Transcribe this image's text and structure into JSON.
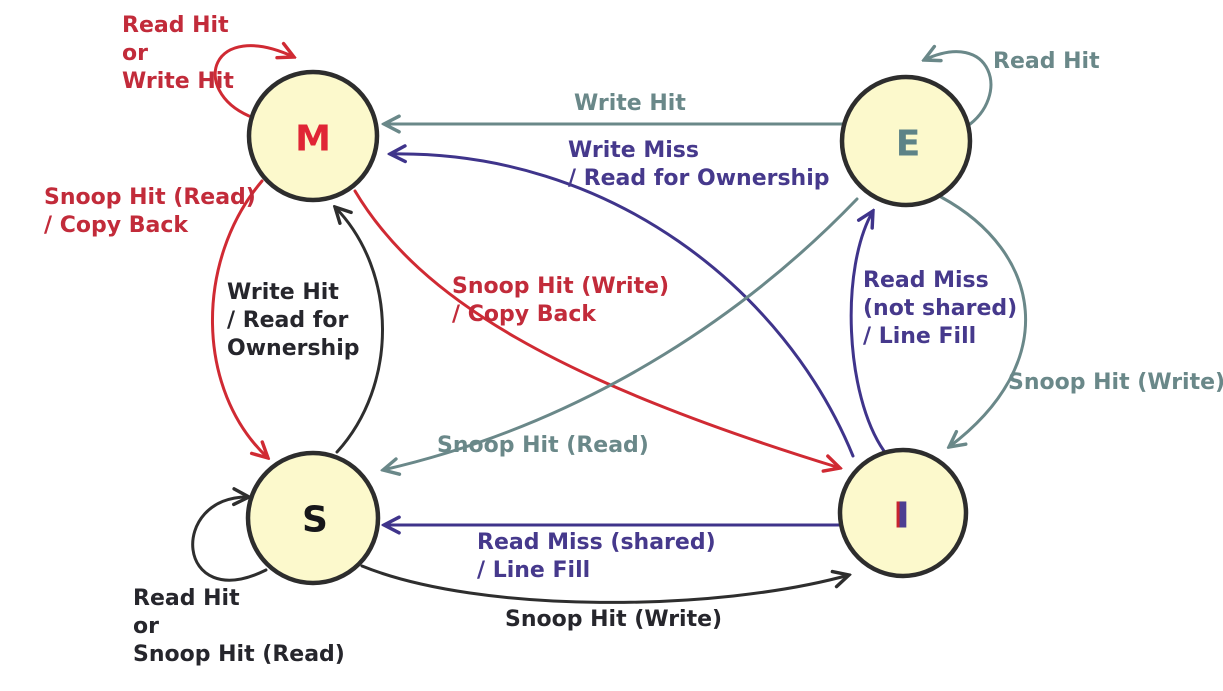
{
  "nodes": {
    "m": {
      "label": "M"
    },
    "e": {
      "label": "E"
    },
    "s": {
      "label": "S"
    },
    "i": {
      "label": "I"
    }
  },
  "edges": {
    "m_self": {
      "from": "M",
      "to": "M",
      "color": "#c22b3a",
      "label": "Read Hit\nor\nWrite Hit"
    },
    "e_self": {
      "from": "E",
      "to": "E",
      "color": "#6a8889",
      "label": "Read Hit"
    },
    "e_m": {
      "from": "E",
      "to": "M",
      "color": "#6a8889",
      "label": "Write Hit"
    },
    "i_m": {
      "from": "I",
      "to": "M",
      "color": "#46398c",
      "label": "Write Miss\n/ Read for Ownership"
    },
    "m_s": {
      "from": "M",
      "to": "S",
      "color": "#c22b3a",
      "label": "Snoop Hit (Read)\n/ Copy Back"
    },
    "s_m": {
      "from": "S",
      "to": "M",
      "color": "#26262c",
      "label": "Write Hit\n/ Read for\nOwnership"
    },
    "m_i": {
      "from": "M",
      "to": "I",
      "color": "#c22b3a",
      "label": "Snoop Hit (Write)\n/ Copy Back"
    },
    "i_e": {
      "from": "I",
      "to": "E",
      "color": "#46398c",
      "label": "Read Miss\n(not shared)\n/ Line Fill"
    },
    "e_i": {
      "from": "E",
      "to": "I",
      "color": "#6a8889",
      "label": "Snoop Hit (Write)"
    },
    "e_s": {
      "from": "E",
      "to": "S",
      "color": "#6a8889",
      "label": "Snoop Hit (Read)"
    },
    "i_s": {
      "from": "I",
      "to": "S",
      "color": "#46398c",
      "label": "Read Miss (shared)\n/ Line Fill"
    },
    "s_i": {
      "from": "S",
      "to": "I",
      "color": "#26262c",
      "label": "Snoop Hit (Write)"
    },
    "s_self": {
      "from": "S",
      "to": "S",
      "color": "#26262c",
      "label": "Read Hit\nor\nSnoop Hit (Read)"
    }
  },
  "colors": {
    "node_fill": "#fcf9cc",
    "node_border": "#2d2d2d",
    "red": "#c22b3a",
    "gray": "#6a8889",
    "purple": "#46398c",
    "black": "#26262c"
  }
}
